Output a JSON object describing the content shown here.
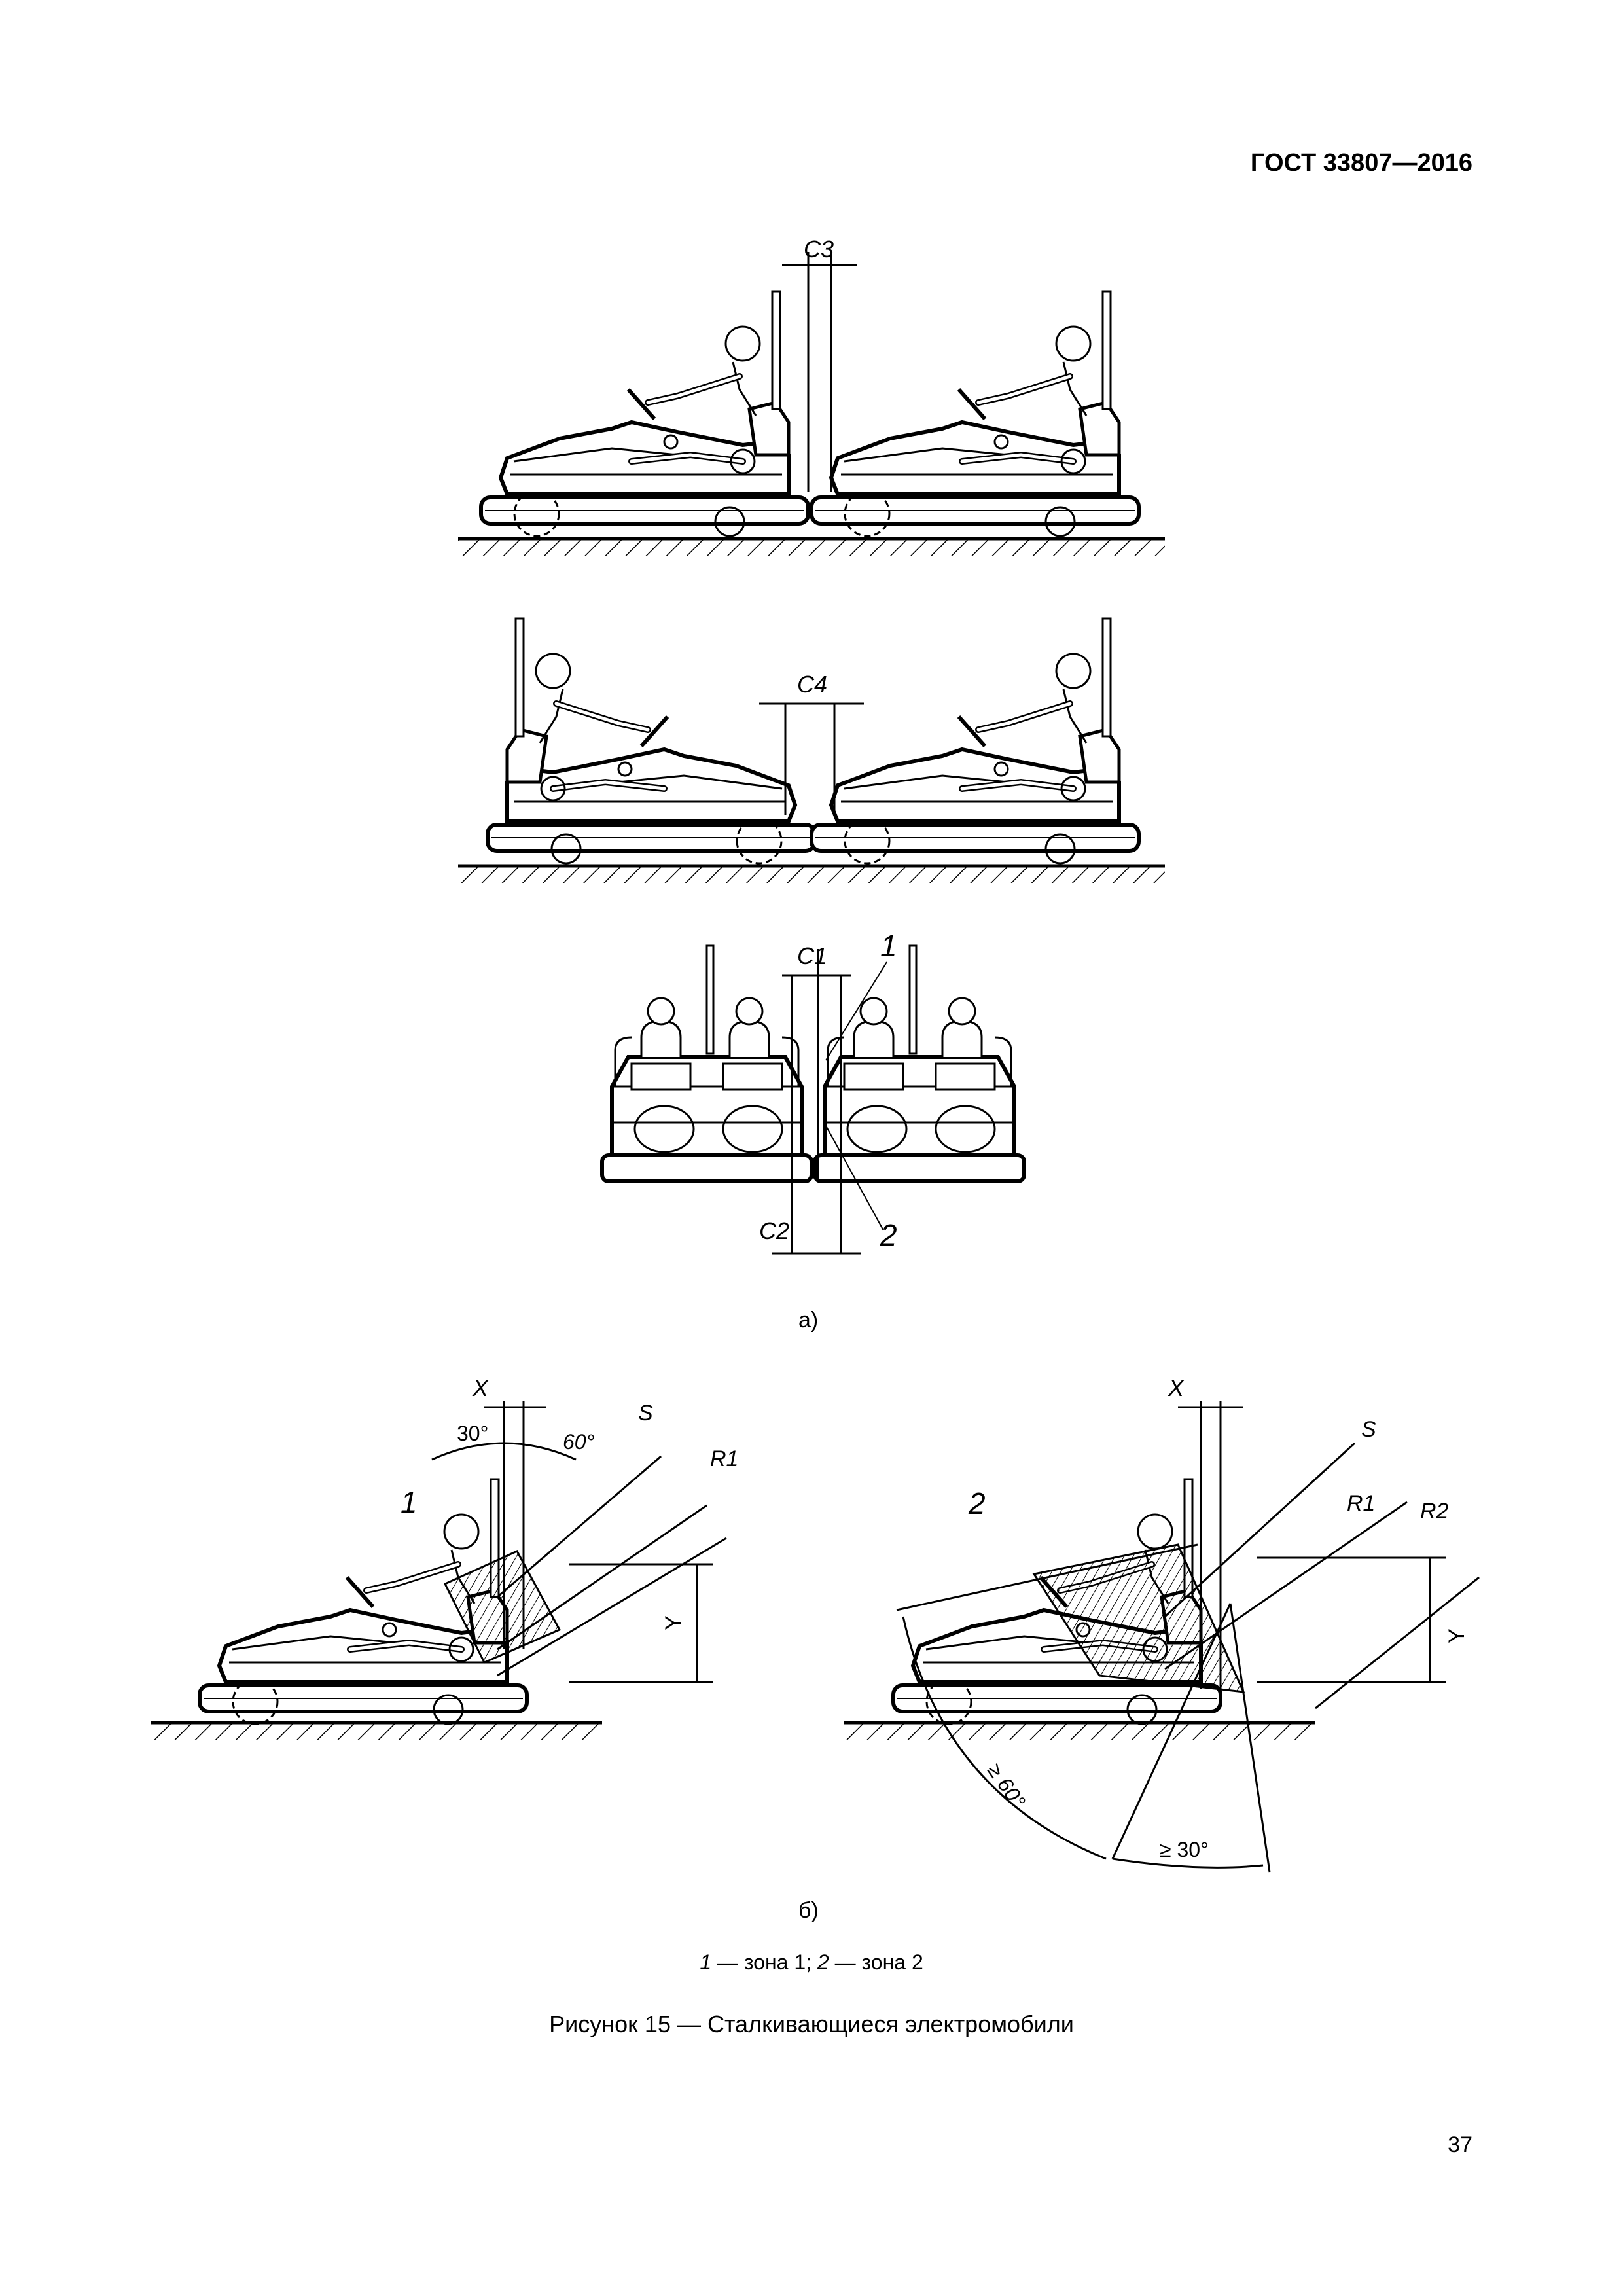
{
  "header": {
    "standard": "ГОСТ 33807—2016"
  },
  "figure_a": {
    "label": "а)",
    "dims": {
      "c3": "C3",
      "c4": "C4",
      "c1": "C1",
      "c2": "C2"
    },
    "callouts": {
      "one": "1",
      "two": "2"
    }
  },
  "figure_b": {
    "label": "б)",
    "left": {
      "x": "X",
      "s": "S",
      "r1": "R1",
      "y": "Y",
      "angle30": "30°",
      "angle60": "60°",
      "zone": "1"
    },
    "right": {
      "x": "X",
      "s": "S",
      "r1": "R1",
      "r2": "R2",
      "y": "Y",
      "angle_ge60": "≥ 60°",
      "angle_ge30": "≥ 30°",
      "zone": "2"
    }
  },
  "legend": {
    "n1": "1",
    "t1": " — зона 1; ",
    "n2": "2",
    "t2": " — зона 2"
  },
  "caption": "Рисунок 15 — Сталкивающиеся электромобили",
  "page_number": "37"
}
